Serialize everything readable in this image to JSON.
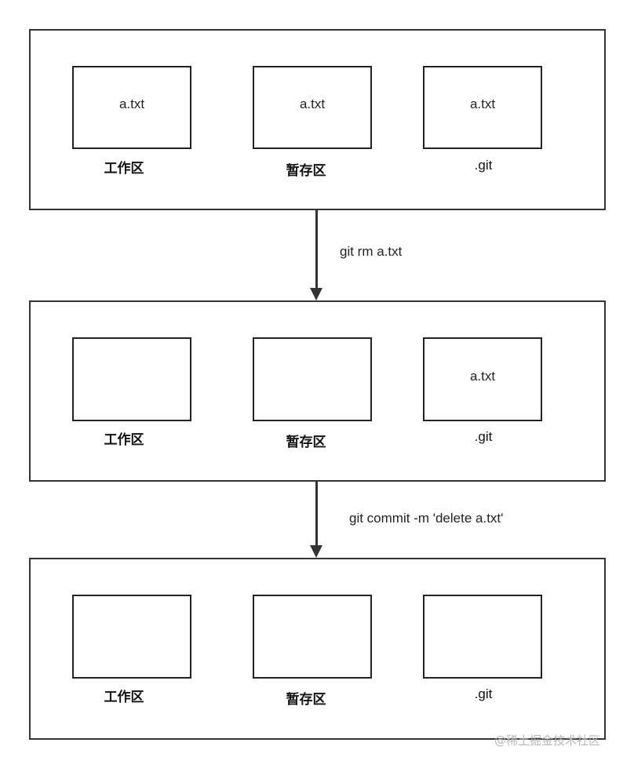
{
  "stages": [
    {
      "boxes": [
        {
          "file": "a.txt",
          "label": "工作区"
        },
        {
          "file": "a.txt",
          "label": "暂存区"
        },
        {
          "file": "a.txt",
          "label": ".git"
        }
      ]
    },
    {
      "boxes": [
        {
          "file": "",
          "label": "工作区"
        },
        {
          "file": "",
          "label": "暂存区"
        },
        {
          "file": "a.txt",
          "label": ".git"
        }
      ]
    },
    {
      "boxes": [
        {
          "file": "",
          "label": "工作区"
        },
        {
          "file": "",
          "label": "暂存区"
        },
        {
          "file": "",
          "label": ".git"
        }
      ]
    }
  ],
  "commands": [
    "git rm a.txt",
    "git commit -m 'delete a.txt'"
  ],
  "watermark": "@稀土掘金技术社区"
}
